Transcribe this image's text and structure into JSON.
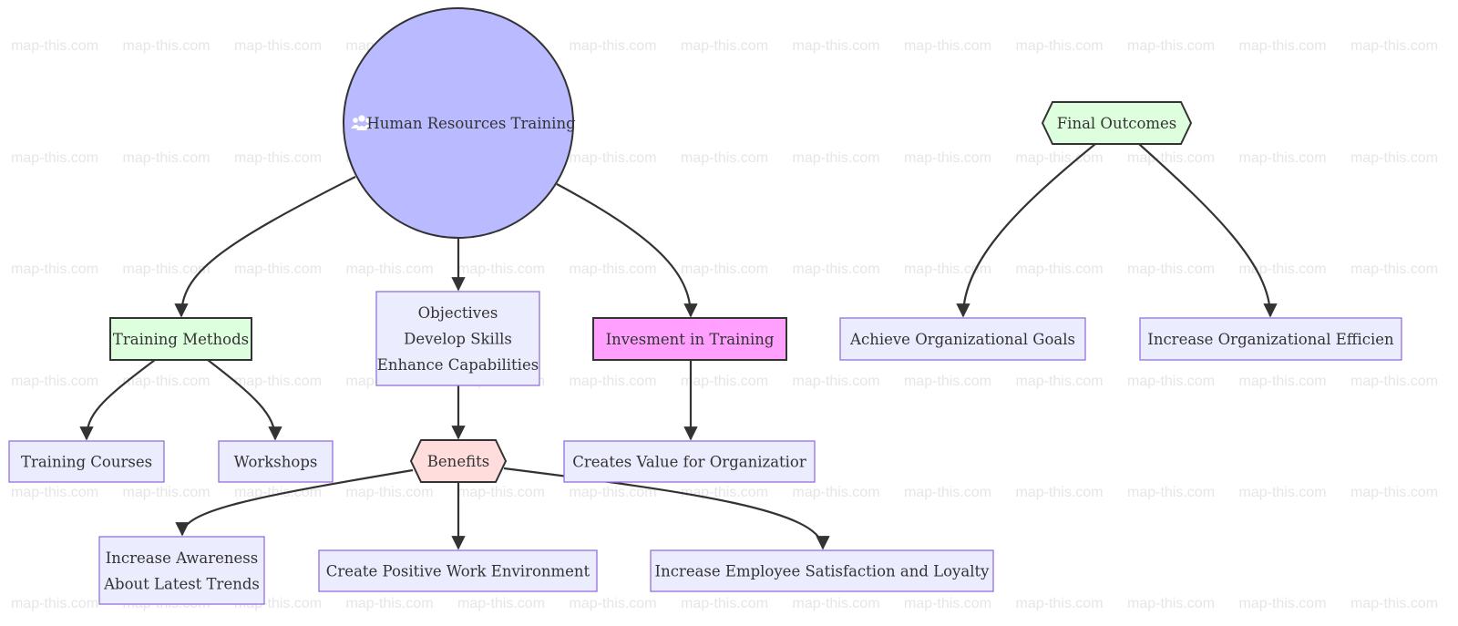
{
  "watermark": "map-this.com",
  "colors": {
    "plain_fill": "#ECECFF",
    "plain_stroke": "#9370DB",
    "root_fill": "#B9BAFF",
    "green_fill": "#DDFFDD",
    "pink_fill": "#FFA0FF",
    "salmon_fill": "#FFDDDD",
    "edge": "#333333"
  },
  "nodes": {
    "root": {
      "lines": [
        "Human Resources Training"
      ],
      "icon": "users-icon"
    },
    "training_methods": {
      "lines": [
        "Training Methods"
      ]
    },
    "objectives": {
      "lines": [
        "Objectives",
        "Develop Skills",
        "Enhance Capabilities"
      ]
    },
    "investment": {
      "lines": [
        "Invesment in Training"
      ]
    },
    "final_outcomes": {
      "lines": [
        "Final Outcomes"
      ]
    },
    "achieve_goals": {
      "lines": [
        "Achieve Organizational Goals"
      ]
    },
    "increase_efficiency": {
      "lines": [
        "Increase Organizational Efficien"
      ]
    },
    "training_courses": {
      "lines": [
        "Training Courses"
      ]
    },
    "workshops": {
      "lines": [
        "Workshops"
      ]
    },
    "benefits": {
      "lines": [
        "Benefits"
      ]
    },
    "creates_value": {
      "lines": [
        "Creates Value for Organizatior"
      ]
    },
    "increase_awareness": {
      "lines": [
        "Increase Awareness",
        "About Latest Trends"
      ]
    },
    "positive_env": {
      "lines": [
        "Create Positive Work Environment"
      ]
    },
    "satisfaction": {
      "lines": [
        "Increase Employee Satisfaction and Loyalty"
      ]
    }
  },
  "edges": [
    {
      "from": "root",
      "to": "training_methods"
    },
    {
      "from": "root",
      "to": "objectives"
    },
    {
      "from": "root",
      "to": "investment"
    },
    {
      "from": "training_methods",
      "to": "training_courses"
    },
    {
      "from": "training_methods",
      "to": "workshops"
    },
    {
      "from": "objectives",
      "to": "benefits"
    },
    {
      "from": "investment",
      "to": "creates_value"
    },
    {
      "from": "benefits",
      "to": "increase_awareness"
    },
    {
      "from": "benefits",
      "to": "positive_env"
    },
    {
      "from": "benefits",
      "to": "satisfaction"
    },
    {
      "from": "final_outcomes",
      "to": "achieve_goals"
    },
    {
      "from": "final_outcomes",
      "to": "increase_efficiency"
    }
  ]
}
